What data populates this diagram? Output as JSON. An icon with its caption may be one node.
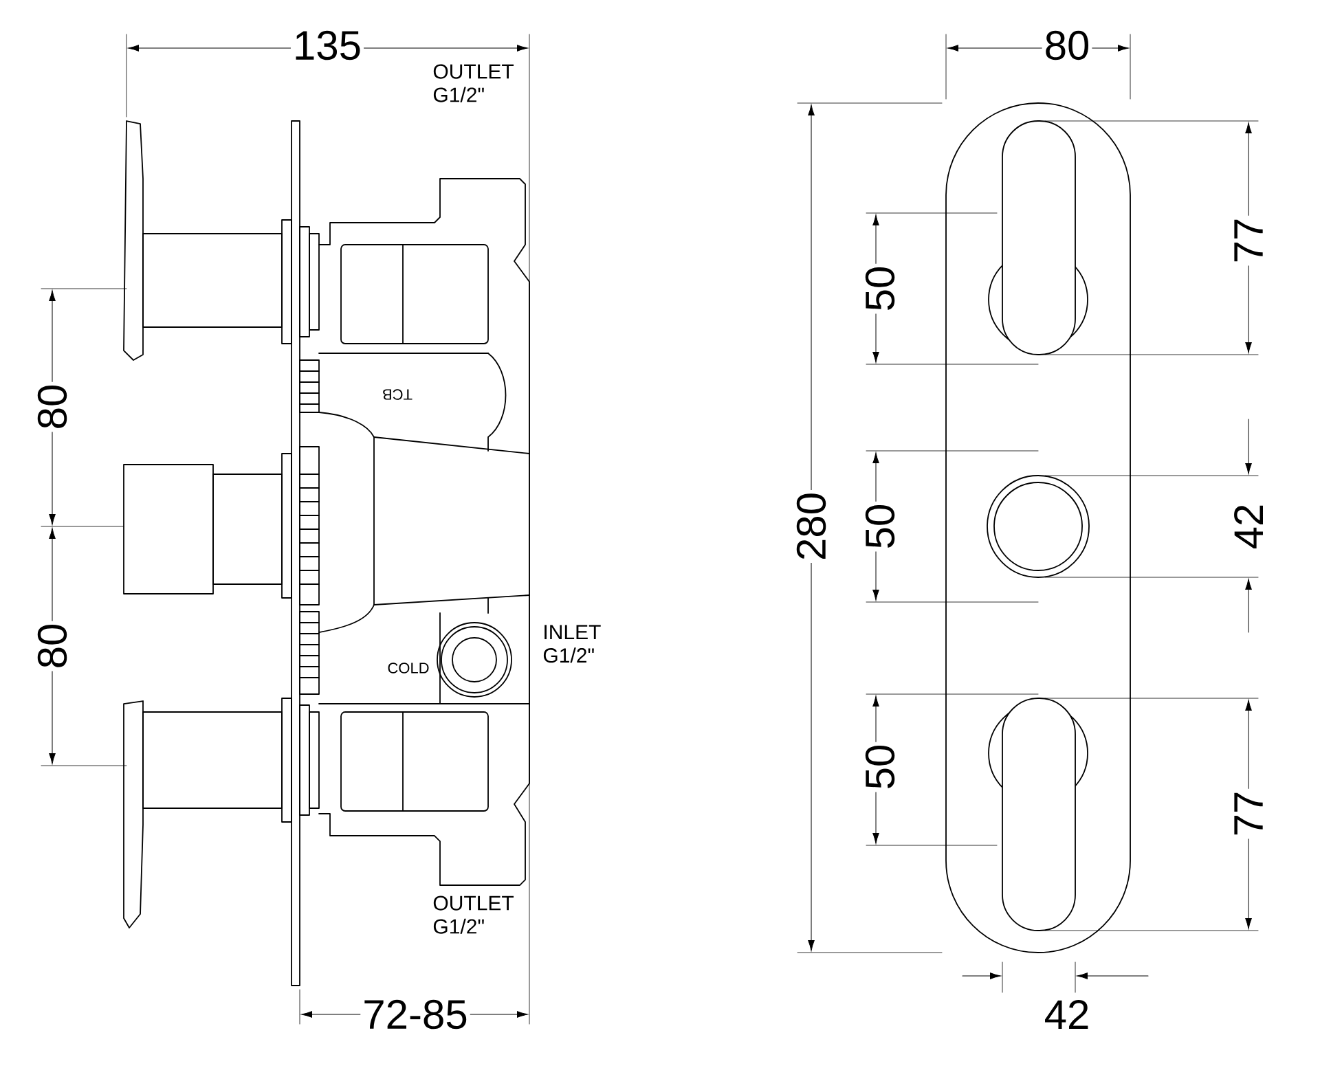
{
  "diagram": {
    "labels": [
      "135",
      "80",
      "OUTLET G1/2\"",
      "80",
      "TCB",
      "280",
      "50",
      "77",
      "50",
      "42",
      "INLET G1/2\"",
      "COLD",
      "80",
      "50",
      "77",
      "OUTLET G1/2\"",
      "72-85",
      "42"
    ]
  }
}
